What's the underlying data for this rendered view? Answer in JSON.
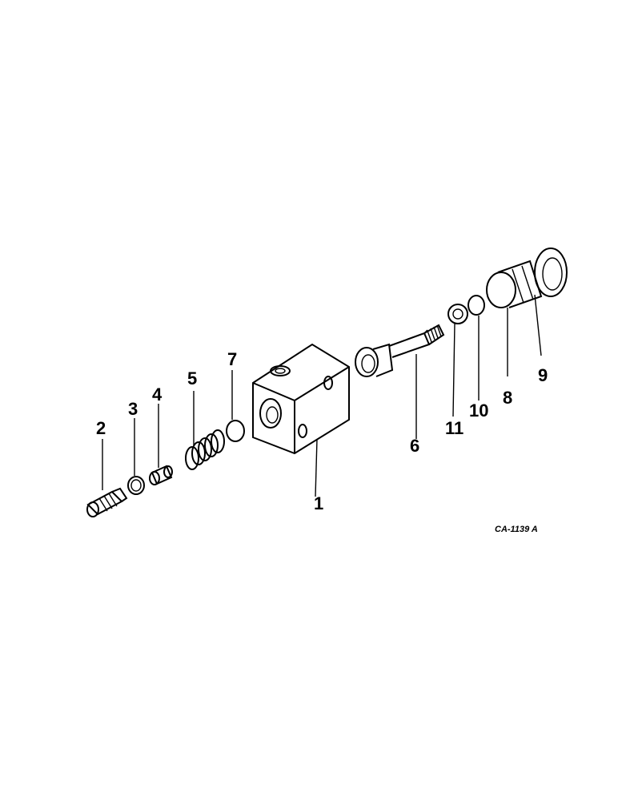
{
  "figure_code": "CA-1139 A",
  "callouts": {
    "c1": "1",
    "c2": "2",
    "c3": "3",
    "c4": "4",
    "c5": "5",
    "c6": "6",
    "c7": "7",
    "c8": "8",
    "c9": "9",
    "c10": "10",
    "c11": "11"
  }
}
